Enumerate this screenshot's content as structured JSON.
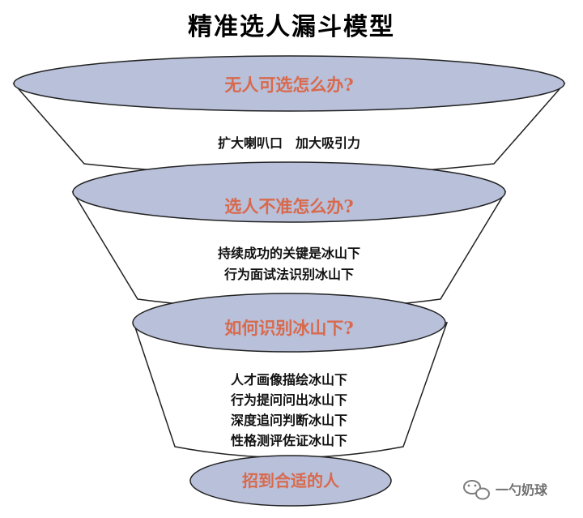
{
  "title": "精准选人漏斗模型",
  "colors": {
    "ellipse_fill": "#b8c0da",
    "question_text": "#d9694c",
    "answer_text": "#111111"
  },
  "stages": [
    {
      "question": "无人可选怎么办?",
      "answers": [
        "扩大喇叭口　加大吸引力"
      ]
    },
    {
      "question": "选人不准怎么办?",
      "answers": [
        "持续成功的关键是冰山下",
        "行为面试法识别冰山下"
      ]
    },
    {
      "question": "如何识别冰山下?",
      "answers": [
        "人才画像描绘冰山下",
        "行为提问问出冰山下",
        "深度追问判断冰山下",
        "性格测评佐证冰山下"
      ]
    }
  ],
  "result": "招到合适的人",
  "watermark": {
    "icon": "wechat-icon",
    "text": "一勺奶球"
  }
}
